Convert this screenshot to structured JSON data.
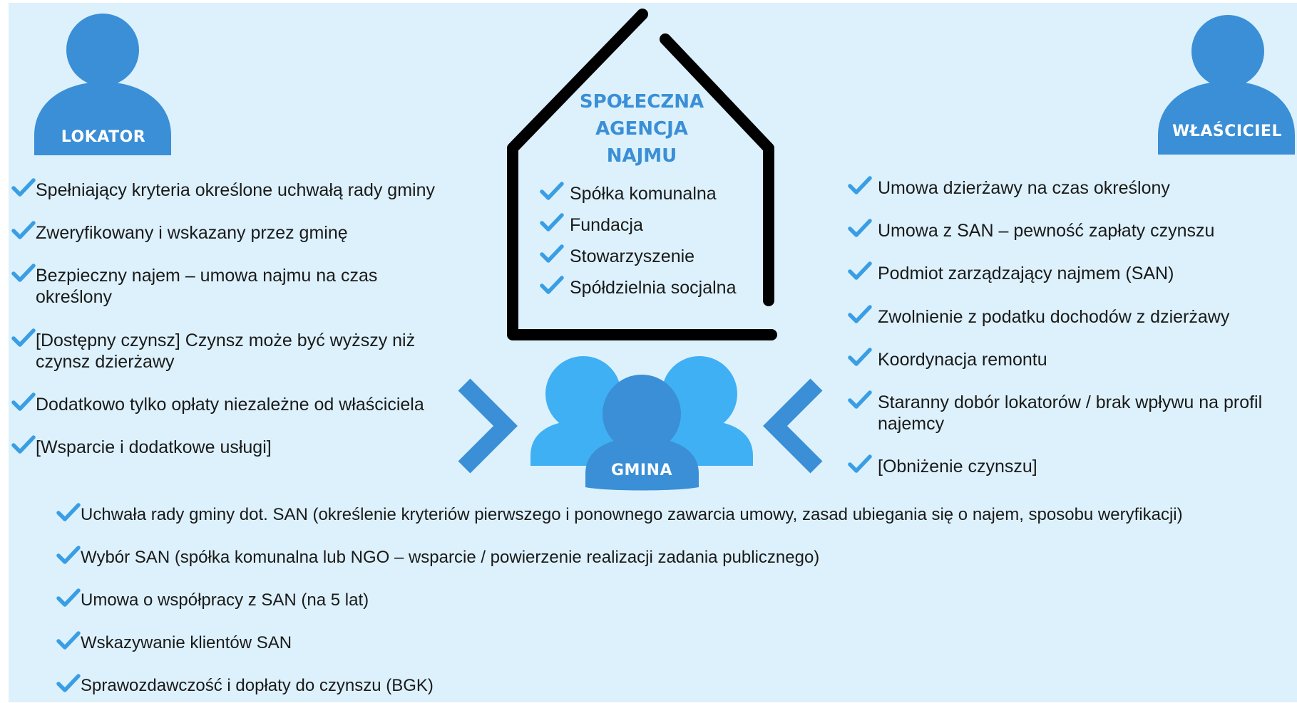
{
  "colors": {
    "background": "#ddf1fc",
    "figure_dark": "#3a8fd6",
    "figure_light": "#3fb0f3",
    "checkmark": "#3a9ee4",
    "house_outline": "#000000",
    "title_text": "#3a8fd6"
  },
  "icons": [
    "person-icon",
    "group-icon",
    "house-outline",
    "checkmark-icon",
    "chevron-right-icon",
    "chevron-left-icon"
  ],
  "lokator": {
    "label": "LOKATOR",
    "items": [
      "Spełniający kryteria określone uchwałą rady gminy",
      "Zweryfikowany i wskazany przez gminę",
      "Bezpieczny najem – umowa najmu na czas określony",
      "[Dostępny czynsz] Czynsz może być wyższy niż czynsz dzierżawy",
      "Dodatkowo tylko opłaty niezależne od właściciela",
      "[Wsparcie i dodatkowe usługi]"
    ]
  },
  "wlasciciel": {
    "label": "WŁAŚCICIEL",
    "items": [
      "Umowa dzierżawy na czas określony",
      "Umowa z SAN – pewność zapłaty czynszu",
      "Podmiot zarządzający najmem (SAN)",
      "Zwolnienie z podatku dochodów z dzierżawy",
      "Koordynacja remontu",
      "Staranny dobór lokatorów / brak wpływu na profil najemcy",
      "[Obniżenie czynszu]"
    ]
  },
  "san": {
    "title_lines": [
      "SPOŁECZNA",
      "AGENCJA",
      "NAJMU"
    ],
    "items": [
      "Spółka komunalna",
      "Fundacja",
      "Stowarzyszenie",
      "Spółdzielnia socjalna"
    ]
  },
  "gmina": {
    "label": "GMINA",
    "items": [
      "Uchwała rady gminy dot. SAN (określenie kryteriów pierwszego i ponownego zawarcia umowy, zasad ubiegania się  o najem, sposobu weryfikacji)",
      "Wybór SAN (spółka komunalna lub NGO – wsparcie / powierzenie realizacji zadania publicznego)",
      "Umowa o współpracy z SAN (na 5 lat)",
      "Wskazywanie klientów SAN",
      "Sprawozdawczość i dopłaty do czynszu (BGK)"
    ]
  }
}
